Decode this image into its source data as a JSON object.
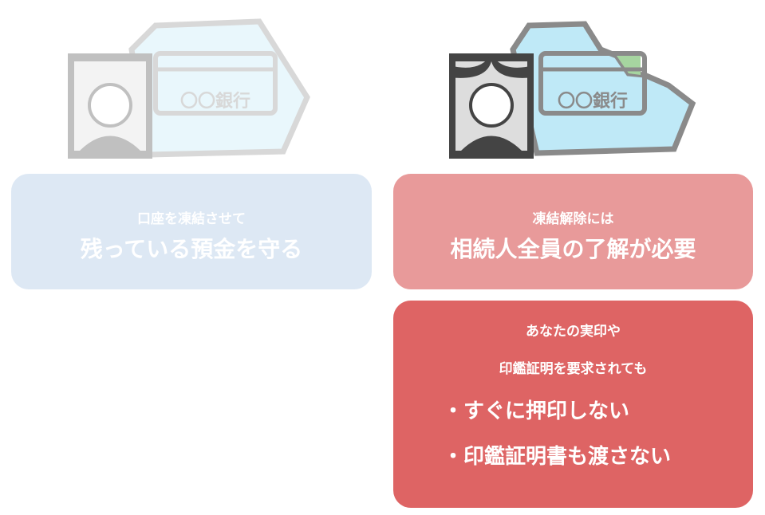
{
  "illustrations": {
    "bank_label": "〇〇銀行",
    "colors": {
      "frame": "#444444",
      "card_stroke": "#8a8a8a",
      "ice": "#bfe9f7",
      "green": "#a6d5a0"
    }
  },
  "left_box": {
    "line1": "口座を凍結させて",
    "line2": "残っている預金を守る",
    "color": "#dde8f4"
  },
  "right_box": {
    "line1": "凍結解除には",
    "line2": "相続人全員の了解が必要",
    "color": "#e89a9a"
  },
  "warning_box": {
    "line1": "あなたの実印や",
    "line2": "印鑑証明を要求されても",
    "bullets": [
      "・すぐに押印しない",
      "・印鑑証明書も渡さない"
    ],
    "color": "#de6464"
  }
}
